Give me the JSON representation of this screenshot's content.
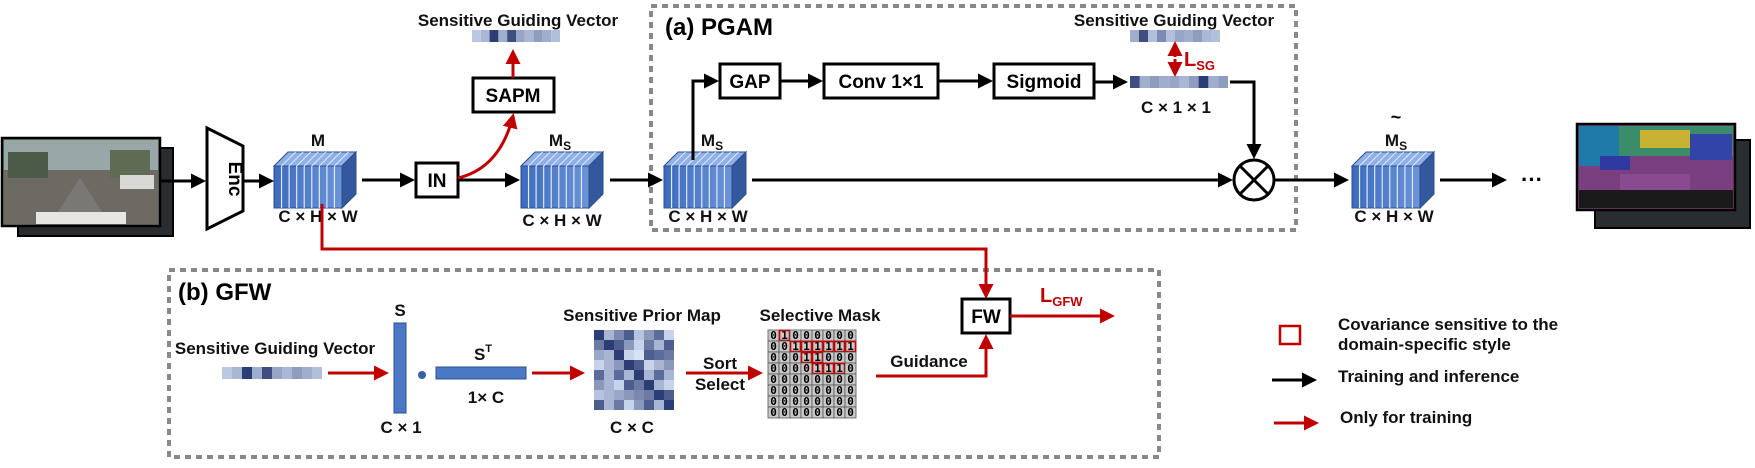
{
  "top": {
    "sgv_label_left": "Sensitive Guiding Vector",
    "sapm": "SAPM",
    "enc": "Enc",
    "m_label": "M",
    "in_label": "IN",
    "ms_label": "M",
    "ms_sub": "S",
    "dims_chw": "C × H × W",
    "output_label": "M",
    "ellipsis": "···"
  },
  "pgam": {
    "title": "(a) PGAM",
    "gap": "GAP",
    "conv": "Conv 1×1",
    "sigmoid": "Sigmoid",
    "sgv_label": "Sensitive Guiding Vector",
    "loss": "L",
    "loss_sub": "SG",
    "dims_c11": "C × 1 × 1",
    "ms_label": "M",
    "ms_sub": "S",
    "dims_chw": "C × H × W"
  },
  "gfw": {
    "title": "(b) GFW",
    "sgv_label": "Sensitive Guiding Vector",
    "s_label": "S",
    "s_dims": "C × 1",
    "st_label": "S",
    "st_sup": "T",
    "st_dims": "1× C",
    "prior_label": "Sensitive Prior Map",
    "prior_dims": "C × C",
    "sort": "Sort",
    "select": "Select",
    "mask_label": "Selective Mask",
    "guidance": "Guidance",
    "fw": "FW",
    "loss": "L",
    "loss_sub": "GFW",
    "mask_rows": [
      "01000000",
      "00111111",
      "00011000",
      "00001110",
      "00000000",
      "00000000",
      "00000000",
      "00000000"
    ]
  },
  "legend": {
    "covariance_line1": "Covariance sensitive to the",
    "covariance_line2": "domain-specific style",
    "training_inference": "Training and inference",
    "only_training": "Only for training"
  },
  "colors": {
    "red": "#c00000",
    "tensor_blue": "#4a78c4",
    "dash_gray": "#888888"
  },
  "vectors": {
    "left_sgv": [
      0.15,
      0.25,
      0.95,
      0.3,
      0.85,
      0.35,
      0.25,
      0.4,
      0.3,
      0.2
    ],
    "pgam_sgv": [
      0.3,
      0.85,
      0.2,
      0.5,
      0.2,
      0.35,
      0.3,
      0.4,
      0.25,
      0.2
    ],
    "pgam_out": [
      0.85,
      0.3,
      0.4,
      0.3,
      0.35,
      0.25,
      0.4,
      0.95,
      0.3,
      0.4
    ],
    "gfw_sgv": [
      0.15,
      0.25,
      0.95,
      0.3,
      0.85,
      0.35,
      0.25,
      0.4,
      0.3,
      0.2
    ]
  }
}
